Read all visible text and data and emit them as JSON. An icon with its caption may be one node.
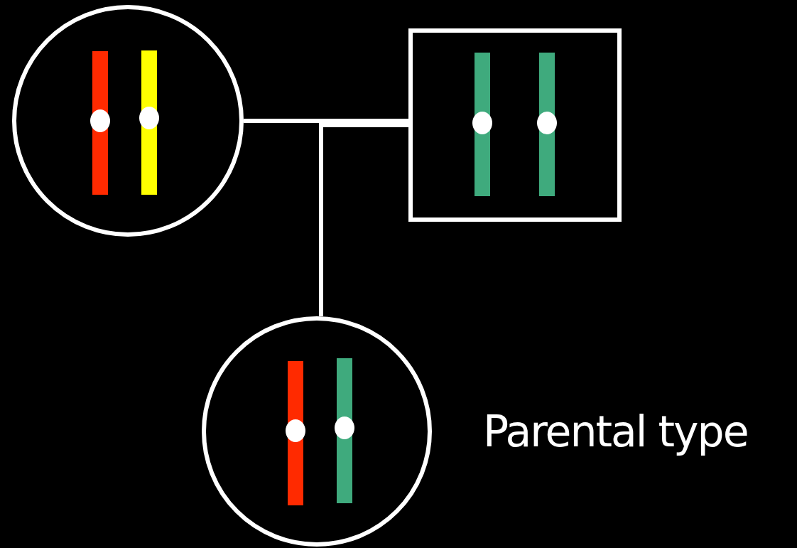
{
  "diagram": {
    "nodes": [
      {
        "text": [],
        "shape": "circle"
      },
      {
        "text": [],
        "shape": "box"
      },
      {
        "text": [],
        "shape": "circle"
      }
    ],
    "edges": [
      {
        "from": 0,
        "to": 1,
        "arrow": "none"
      },
      {
        "from": 0,
        "to": 2,
        "arrow": "none"
      },
      {
        "from": 1,
        "to": 2,
        "arrow": "none"
      }
    ],
    "labels": [
      "Parental type"
    ]
  }
}
